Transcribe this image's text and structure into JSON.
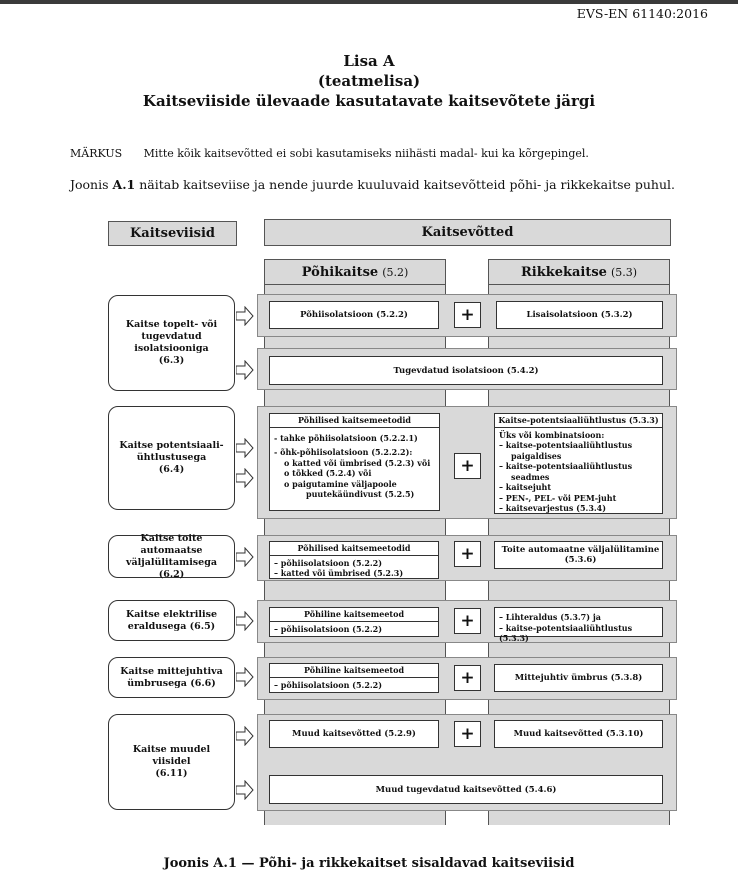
{
  "header": {
    "doc_id": "EVS-EN 61140:2016",
    "annex_title": "Lisa A",
    "annex_type": "(teatmelisa)",
    "annex_heading": "Kaitseviiside ülevaade kasutatavate kaitsevõtete järgi"
  },
  "note": {
    "label": "MÄRKUS",
    "text": "Mitte kõik kaitsevõtted ei sobi kasutamiseks niihästi madal- kui ka kõrgepingel."
  },
  "intro": {
    "pre": "Joonis ",
    "fig_ref": "A.1",
    "post": " näitab kaitseviise ja nende juurde kuuluvaid kaitsevõtteid põhi- ja rikkekaitse puhul."
  },
  "diagram": {
    "left_header": "Kaitseviisid",
    "right_header": "Kaitsevõtted",
    "basic_header": "Põhikaitse",
    "basic_ref": "(5.2)",
    "fault_header": "Rikkekaitse",
    "fault_ref": "(5.3)",
    "plus": "+",
    "rows": {
      "r1": {
        "left": [
          "Kaitse topelt- või",
          "tugevdatud",
          "isolatsiooniga",
          "(6.3)"
        ],
        "basic": "Põhiisolatsioon (5.2.2)",
        "fault": "Lisaisolatsioon (5.3.2)",
        "full": "Tugevdatud isolatsioon (5.4.2)"
      },
      "r2": {
        "left": [
          "Kaitse potentsiaali-",
          "ühtlustusega",
          "(6.4)"
        ],
        "basic_head": "Põhilised kaitsemeetodid",
        "basic_items": [
          "- tahke põhiisolatsioon (5.2.2.1)",
          "- õhk-põhiisolatsioon (5.2.2.2):",
          "o  katted või ümbrised (5.2.3) või",
          "o  tõkked (5.2.4) või",
          "o  paigutamine väljapoole",
          "puutekäündivust (5.2.5)"
        ],
        "fault_head": "Kaitse-potentsiaaliühtlustus (5.3.3)",
        "fault_items": [
          "Üks või kombinatsioon:",
          "–  kaitse-potentsiaaliühtlustus",
          "paigaldises",
          "–  kaitse-potentsiaaliühtlustus",
          "seadmes",
          "–  kaitsejuht",
          "–  PEN-, PEL- või PEM-juht",
          "–  kaitsevarjestus (5.3.4)"
        ]
      },
      "r3": {
        "left": [
          "Kaitse toite automaatse",
          "väljalülitamisega (6.2)"
        ],
        "basic_head": "Põhilised kaitsemeetodid",
        "basic_items": [
          "–   põhiisolatsioon (5.2.2)",
          "–   katted või ümbrised (5.2.3)"
        ],
        "fault": "Toite automaatne väljalülitamine (5.3.6)"
      },
      "r4": {
        "left": [
          "Kaitse elektrilise",
          "eraldusega (6.5)"
        ],
        "basic_head": "Põhiline kaitsemeetod",
        "basic_items": [
          "–   põhiisolatsioon (5.2.2)"
        ],
        "fault_items": [
          "–  Lihteraldus (5.3.7) ja",
          "–  kaitse-potentsiaaliühtlustus (5.3.3)"
        ]
      },
      "r5": {
        "left": [
          "Kaitse mittejuhtiva",
          "ümbrusega (6.6)"
        ],
        "basic_head": "Põhiline kaitsemeetod",
        "basic_items": [
          "–   põhiisolatsioon (5.2.2)"
        ],
        "fault": "Mittejuhtiv ümbrus (5.3.8)"
      },
      "r6": {
        "left": [
          "Kaitse muudel viisidel",
          "(6.11)"
        ],
        "basic": "Muud kaitsevõtted (5.2.9)",
        "fault": "Muud kaitsevõtted (5.3.10)",
        "full": "Muud tugevdatud kaitsevõtted (5.4.6)"
      }
    }
  },
  "caption": "Joonis A.1 — Põhi- ja rikkekaitset sisaldavad kaitseviisid"
}
